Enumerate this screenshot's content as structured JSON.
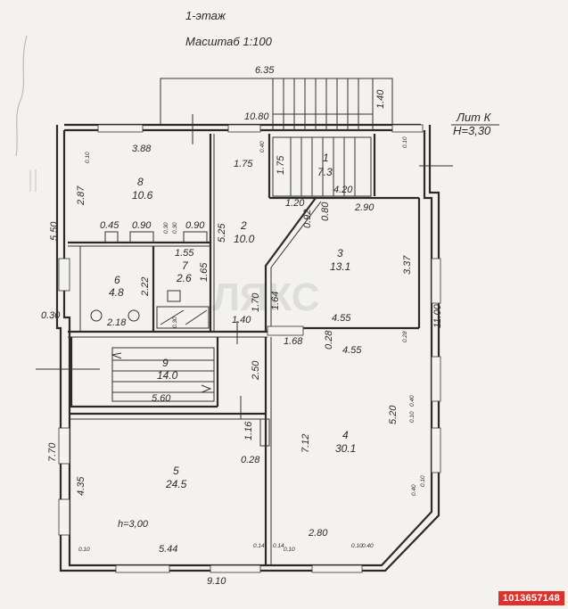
{
  "title": "1-этаж",
  "scale": "Масштаб 1:100",
  "lit": "Лит К",
  "height": "H=3,30",
  "watermark": "ЛЯКС",
  "catalog_id": "1013657148",
  "rooms": [
    {
      "num": "1",
      "area": "7.3"
    },
    {
      "num": "2",
      "area": "10.0"
    },
    {
      "num": "3",
      "area": "13.1"
    },
    {
      "num": "4",
      "area": "30.1"
    },
    {
      "num": "5",
      "area": "24.5"
    },
    {
      "num": "6",
      "area": "4.8"
    },
    {
      "num": "7",
      "area": "2.6"
    },
    {
      "num": "8",
      "area": "10.6"
    },
    {
      "num": "9",
      "area": "14.0"
    }
  ],
  "room5_height": "h=3,00",
  "dims": [
    "6.35",
    "1.40",
    "10.80",
    "3.88",
    "0.10",
    "0.40",
    "1.75",
    "1.75",
    "2.87",
    "0.10",
    "5.50",
    "0.30",
    "0.45",
    "0.90",
    "0.30",
    "0.30",
    "0.90",
    "5.25",
    "1.20",
    "0.92",
    "0.80",
    "2.90",
    "4.20",
    "1.55",
    "1.65",
    "2.22",
    "3.37",
    "11.00",
    "2.18",
    "0.30",
    "1.40",
    "1.70",
    "1.64",
    "4.55",
    "1.68",
    "0.28",
    "4.55",
    "0.28",
    "2.50",
    "5.60",
    "0.40",
    "5.20",
    "0.10",
    "1.16",
    "7.70",
    "0.28",
    "7.12",
    "4.35",
    "0.40",
    "0.10",
    "0.10",
    "5.44",
    "0.14",
    "0.14",
    "0.10",
    "2.80",
    "0.10",
    "0.40",
    "9.10"
  ]
}
